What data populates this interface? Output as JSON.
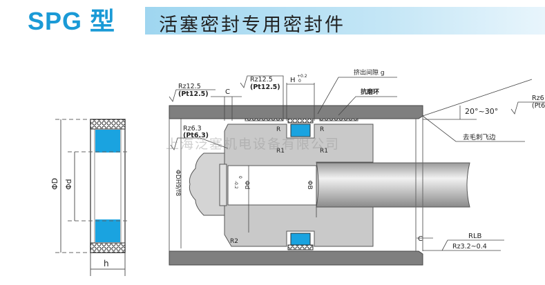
{
  "header": {
    "model": "SPG 型",
    "title": "活塞密封专用密封件"
  },
  "watermark": "上海泛塞机电设备有限公司",
  "ring_view": {
    "dim_D": "ΦD",
    "dim_d": "Φd",
    "dim_h": "h"
  },
  "section_view": {
    "rough_wall_rz": "Rz12.5",
    "rough_wall_pt": "(Pt12.5)",
    "chamfer_c": "C",
    "rough_groove_rz": "Rz12.5",
    "rough_groove_pt": "(Pt12.5)",
    "groove_width": "H",
    "groove_width_tol": "+0.2",
    "groove_width_tol_low": "0",
    "extrusion_gap": "挤出间隙 g",
    "wear_ring": "抗磨环",
    "rough_piston_rz": "Rz6.3",
    "rough_piston_pt": "(Pt6.3)",
    "radius_r": "R",
    "radius_r1": "R1",
    "radius_r2": "R2",
    "bore_dim": "ΦDH9/f8",
    "groove_dia": "Φd",
    "groove_dia_tol": "0",
    "groove_dia_tol_low": "-0.2",
    "rod_dia": "ΦB",
    "angle": "20°~30°",
    "rough_chamfer_rz": "Rz6",
    "rough_chamfer_pt": "(Pt6",
    "deburr": "去毛刺飞边",
    "chamfer_c2": "C",
    "rlb": "RLB",
    "rough_bore": "Rz3.2~0.4"
  },
  "colors": {
    "brand_blue": "#1a9ad6",
    "seal_blue": "#1aa3e0",
    "wall_gray": "#7f7f7f",
    "piston_gray": "#c9c9c9"
  }
}
